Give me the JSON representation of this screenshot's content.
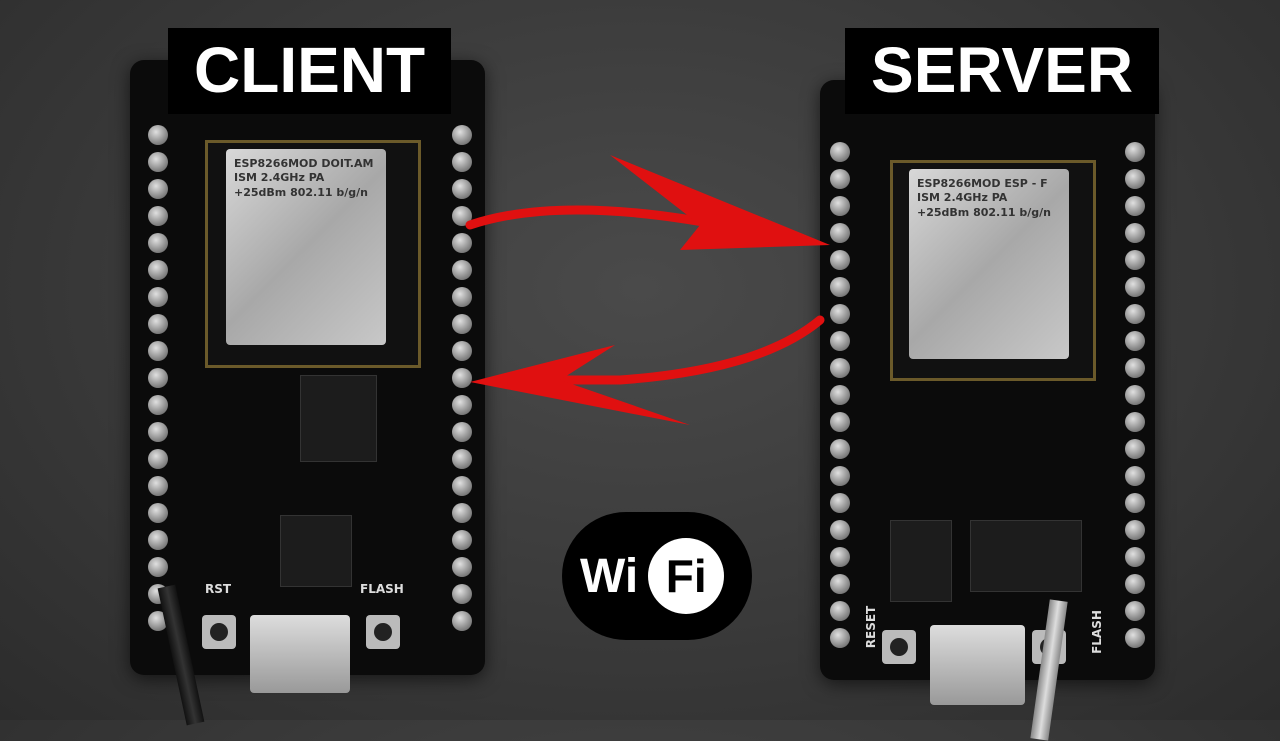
{
  "labels": {
    "client": "CLIENT",
    "server": "SERVER"
  },
  "wifi_logo": {
    "left": "Wi",
    "right": "Fi"
  },
  "client_board": {
    "module_text": "ESP8266MOD DOIT.AM ISM 2.4GHz PA +25dBm 802.11 b/g/n",
    "buttons": [
      "RST",
      "FLASH"
    ]
  },
  "server_board": {
    "module_text": "ESP8266MOD ESP - F ISM 2.4GHz PA +25dBm 802.11 b/g/n",
    "buttons": [
      "RESET",
      "FLASH"
    ]
  },
  "colors": {
    "arrow": "#e01010",
    "label_bg": "#000000",
    "label_text": "#ffffff"
  }
}
